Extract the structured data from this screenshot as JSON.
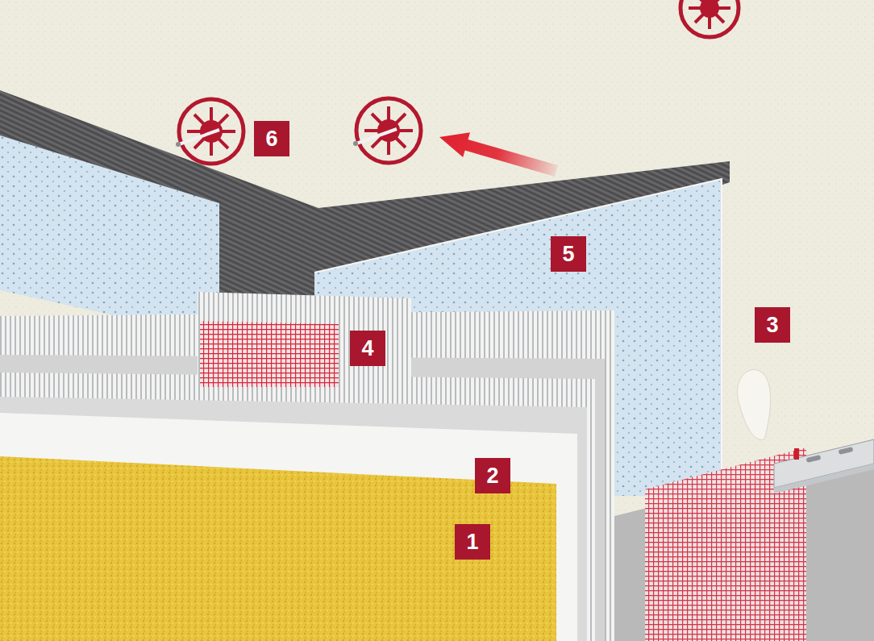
{
  "diagram": {
    "labels": [
      "6",
      "5",
      "4",
      "3",
      "2",
      "1"
    ]
  }
}
